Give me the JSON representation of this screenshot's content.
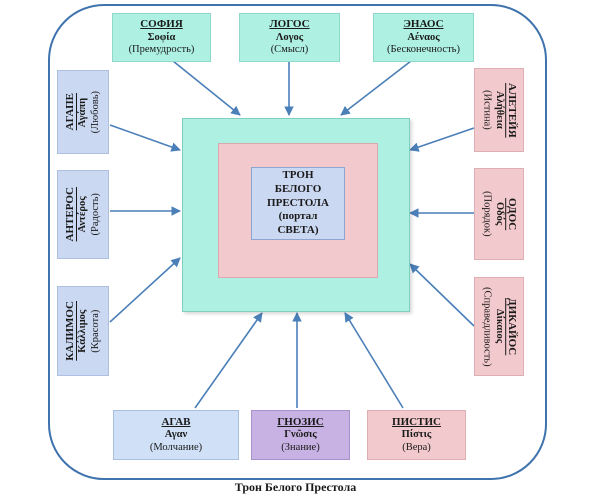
{
  "center": {
    "lines": [
      "ТРОН",
      "БЕЛОГО",
      "ПРЕСТОЛА",
      "(портал",
      "СВЕТА)"
    ]
  },
  "boxes": {
    "sophia": {
      "title": "СОФИЯ",
      "greek": "Σοφία",
      "ru": "(Премудрость)"
    },
    "logos": {
      "title": "ЛОГОС",
      "greek": "Λογος",
      "ru": "(Смысл)"
    },
    "enaos": {
      "title": "ЭНАОС",
      "greek": "Αέναος",
      "ru": "(Бесконечность)"
    },
    "agape": {
      "title": "АГАПЕ",
      "greek": "Αγάπη",
      "ru": "(Любовь)"
    },
    "anteros": {
      "title": "АНТЕРОС",
      "greek": "Αντέρος",
      "ru": "(Радость)"
    },
    "kalimos": {
      "title": "КАЛИМОС",
      "greek": "Κάλλιμος",
      "ru": "(Красота)"
    },
    "aletheia": {
      "title": "АЛЕТЕЙЯ",
      "greek": "Αλήθεια",
      "ru": "(Истина)"
    },
    "odos": {
      "title": "ОДОС",
      "greek": "Οδός",
      "ru": "(Порядок)"
    },
    "dikaios": {
      "title": "ДИКАЙОС",
      "greek": "Δίκαιος",
      "ru": "(Справедливость)"
    },
    "agav": {
      "title": "АГАВ",
      "greek": "Αγαν",
      "ru": "(Молчание)"
    },
    "gnosis": {
      "title": "ГНОЗИС",
      "greek": "Γνῶσις",
      "ru": "(Знание)"
    },
    "pistis": {
      "title": "ПИСТИС",
      "greek": "Πίστις",
      "ru": "(Вера)"
    }
  },
  "caption": "Трон Белого Престола",
  "colors": {
    "frame": "#3f73ad",
    "arrow": "#4a7fb8",
    "cyan": "#aef0e2",
    "blue": "#cbd8f2",
    "pink": "#f2c9cc",
    "purple": "#c8b2e3"
  }
}
